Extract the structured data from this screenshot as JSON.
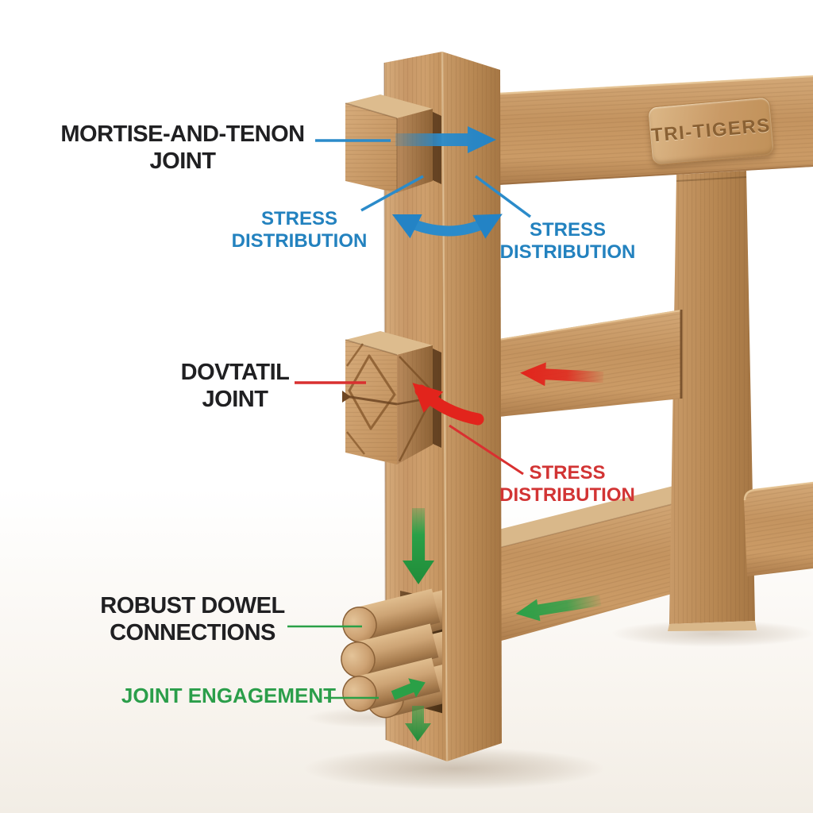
{
  "figure": {
    "background": "#ffffff",
    "plaque": {
      "text": "TRI-TIGERS"
    },
    "colors": {
      "label_dark": "#202022",
      "blue": "#2382bf",
      "red": "#d23434",
      "green": "#2b9e4a",
      "wood_light": "#d6ac7c",
      "wood_mid": "#c79767",
      "wood_dark": "#8e6336",
      "engraving": "#8a6134"
    },
    "labels": {
      "mortise_tenon": {
        "line1": "MORTISE-AND-TENON",
        "line2": "JOINT"
      },
      "stress_top_left": {
        "line1": "STRESS",
        "line2": "DISTRIBUTION"
      },
      "stress_top_right": {
        "line1": "STRESS",
        "line2": "DISTRIBUTION"
      },
      "dovetail": {
        "line1": "DOVTATIL",
        "line2": "JOINT"
      },
      "stress_mid": {
        "line1": "STRESS",
        "line2": "DISTRIBUTION"
      },
      "dowel": {
        "line1": "ROBUST DOWEL",
        "line2": "CONNECTIONS"
      },
      "engagement": {
        "line1": "JOINT ENGAGEMENT"
      }
    },
    "arrows": [
      {
        "name": "tenon-insertion-arrow",
        "color": "#2383c5",
        "direction": "right"
      },
      {
        "name": "stress-rotation-arrow",
        "color": "#2383c5",
        "direction": "curved-double"
      },
      {
        "name": "rail-compression-arrow",
        "color": "#e2241c",
        "direction": "left"
      },
      {
        "name": "dovetail-stress-arrow",
        "color": "#e2241c",
        "direction": "curved-up-left"
      },
      {
        "name": "load-down-arrow",
        "color": "#2aa047",
        "direction": "down"
      },
      {
        "name": "rail-load-arrow",
        "color": "#2aa047",
        "direction": "left"
      },
      {
        "name": "dowel-engagement-arrow",
        "color": "#2aa047",
        "direction": "right"
      },
      {
        "name": "base-load-arrow",
        "color": "#2aa047",
        "direction": "down"
      }
    ]
  }
}
